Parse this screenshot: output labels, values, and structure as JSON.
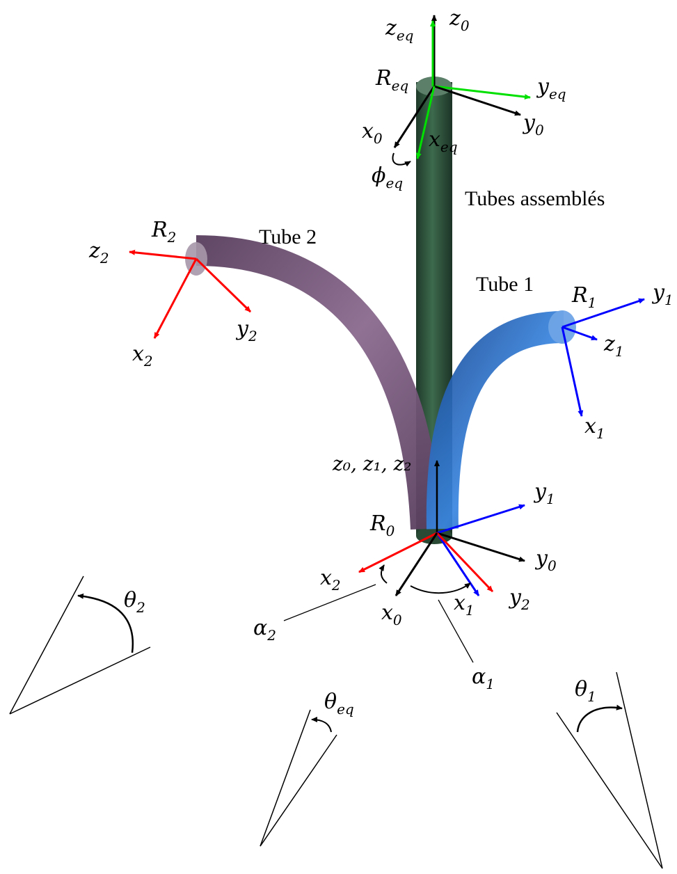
{
  "colors": {
    "tube_assembled": "#2f4f3a",
    "tube1": "#2f6fcf",
    "tube2": "#6e4f73",
    "frame_eq": "#00e000",
    "frame_1": "#0000ff",
    "frame_2": "#ff0000",
    "frame_0": "#000000"
  },
  "tube_labels": {
    "assembled": "Tubes assemblés",
    "tube1": "Tube 1",
    "tube2": "Tube 2"
  },
  "frames": {
    "R_eq": {
      "name": "R",
      "sub": "eq"
    },
    "R_0": {
      "name": "R",
      "sub": "0"
    },
    "R_1": {
      "name": "R",
      "sub": "1"
    },
    "R_2": {
      "name": "R",
      "sub": "2"
    }
  },
  "axes": {
    "z0_top": {
      "name": "z",
      "sub": "0"
    },
    "zeq": {
      "name": "z",
      "sub": "eq"
    },
    "yeq": {
      "name": "y",
      "sub": "eq"
    },
    "y0_top": {
      "name": "y",
      "sub": "0"
    },
    "x0_top": {
      "name": "x",
      "sub": "0"
    },
    "xeq": {
      "name": "x",
      "sub": "eq"
    },
    "z2": {
      "name": "z",
      "sub": "2"
    },
    "y2_top": {
      "name": "y",
      "sub": "2"
    },
    "x2_top": {
      "name": "x",
      "sub": "2"
    },
    "y1_top": {
      "name": "y",
      "sub": "1"
    },
    "z1_top": {
      "name": "z",
      "sub": "1"
    },
    "x1_top": {
      "name": "x",
      "sub": "1"
    },
    "z_base": "z₀, z₁, z₂",
    "y1_base": {
      "name": "y",
      "sub": "1"
    },
    "y0_base": {
      "name": "y",
      "sub": "0"
    },
    "x2_base": {
      "name": "x",
      "sub": "2"
    },
    "x1_base": {
      "name": "x",
      "sub": "1"
    },
    "y2_base": {
      "name": "y",
      "sub": "2"
    },
    "x0_base": {
      "name": "x",
      "sub": "0"
    }
  },
  "angles": {
    "phi_eq": {
      "name": "ϕ",
      "sub": "eq"
    },
    "alpha2": {
      "name": "α",
      "sub": "2"
    },
    "alpha1": {
      "name": "α",
      "sub": "1"
    },
    "theta2": {
      "name": "θ",
      "sub": "2"
    },
    "theta_eq": {
      "name": "θ",
      "sub": "eq"
    },
    "theta1": {
      "name": "θ",
      "sub": "1"
    }
  }
}
